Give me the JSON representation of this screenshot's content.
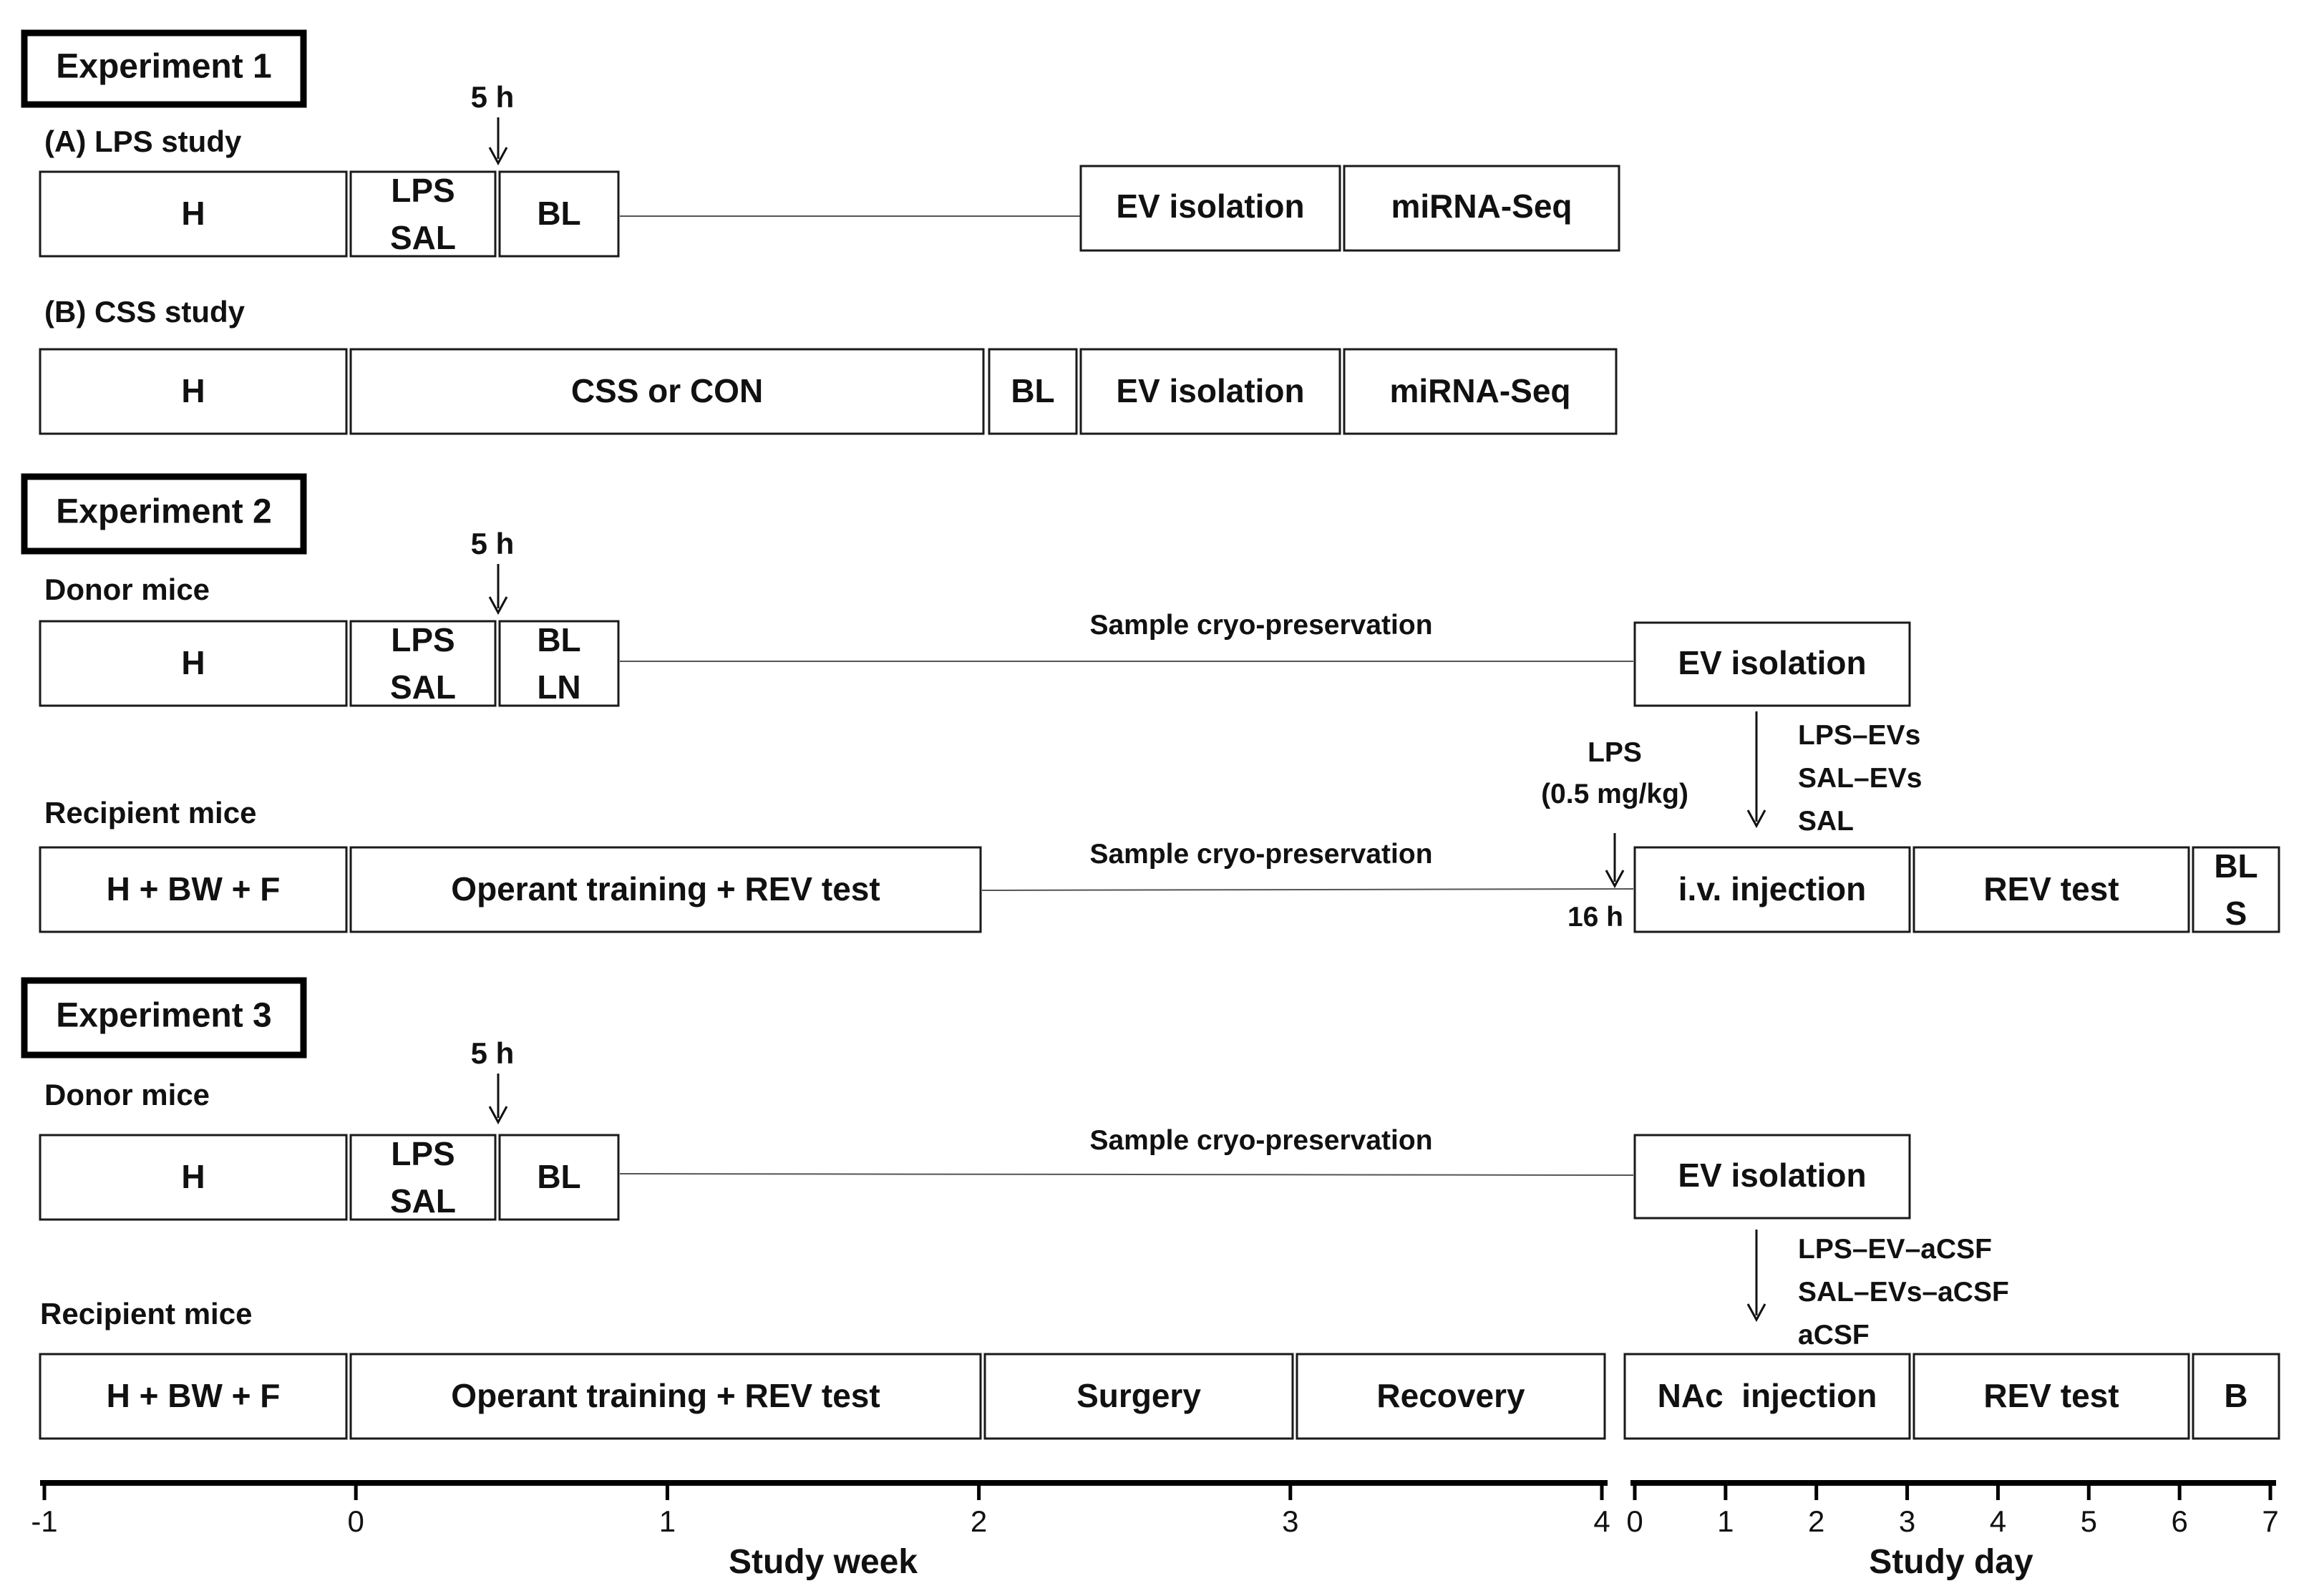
{
  "experiment1": {
    "header": "Experiment 1",
    "lps_study": {
      "label": "(A) LPS study",
      "arrow_label": "5 h",
      "h": "H",
      "lps": "LPS",
      "sal": "SAL",
      "bl": "BL",
      "ev_isolation": "EV isolation",
      "mirna_seq": "miRNA-Seq"
    },
    "css_study": {
      "label": "(B) CSS study",
      "h": "H",
      "css_or_con": "CSS or CON",
      "bl": "BL",
      "ev_isolation": "EV isolation",
      "mirna_seq": "miRNA-Seq"
    }
  },
  "experiment2": {
    "header": "Experiment 2",
    "donor": {
      "label": "Donor mice",
      "arrow_label": "5 h",
      "h": "H",
      "lps": "LPS",
      "sal": "SAL",
      "bl": "BL",
      "ln": "LN",
      "cryo": "Sample cryo-preservation",
      "ev_isolation": "EV isolation"
    },
    "transfer_labels": [
      "LPS–EVs",
      "SAL–EVs",
      "SAL"
    ],
    "lps_dose": [
      "LPS",
      "(0.5 mg/kg)"
    ],
    "recipient": {
      "label": "Recipient mice",
      "h_bw_f": "H + BW + F",
      "operant": "Operant training + REV test",
      "cryo": "Sample cryo-preservation",
      "time_label": "16 h",
      "iv_injection": "i.v. injection",
      "rev_test": "REV test",
      "bl": "BL",
      "s": "S"
    }
  },
  "experiment3": {
    "header": "Experiment 3",
    "donor": {
      "label": "Donor mice",
      "arrow_label": "5 h",
      "h": "H",
      "lps": "LPS",
      "sal": "SAL",
      "bl": "BL",
      "cryo": "Sample cryo-preservation",
      "ev_isolation": "EV isolation"
    },
    "transfer_labels": [
      "LPS–EV–aCSF",
      "SAL–EVs–aCSF",
      "aCSF"
    ],
    "recipient": {
      "label": "Recipient mice",
      "h_bw_f": "H + BW + F",
      "operant": "Operant training + REV test",
      "surgery": "Surgery",
      "recovery": "Recovery",
      "nac_injection": "NAc  injection",
      "rev_test": "REV test",
      "b": "B"
    }
  },
  "axes": {
    "week": {
      "label": "Study week",
      "ticks": [
        "-1",
        "0",
        "1",
        "2",
        "3",
        "4"
      ]
    },
    "day": {
      "label": "Study day",
      "ticks": [
        "0",
        "1",
        "2",
        "3",
        "4",
        "5",
        "6",
        "7"
      ]
    }
  }
}
